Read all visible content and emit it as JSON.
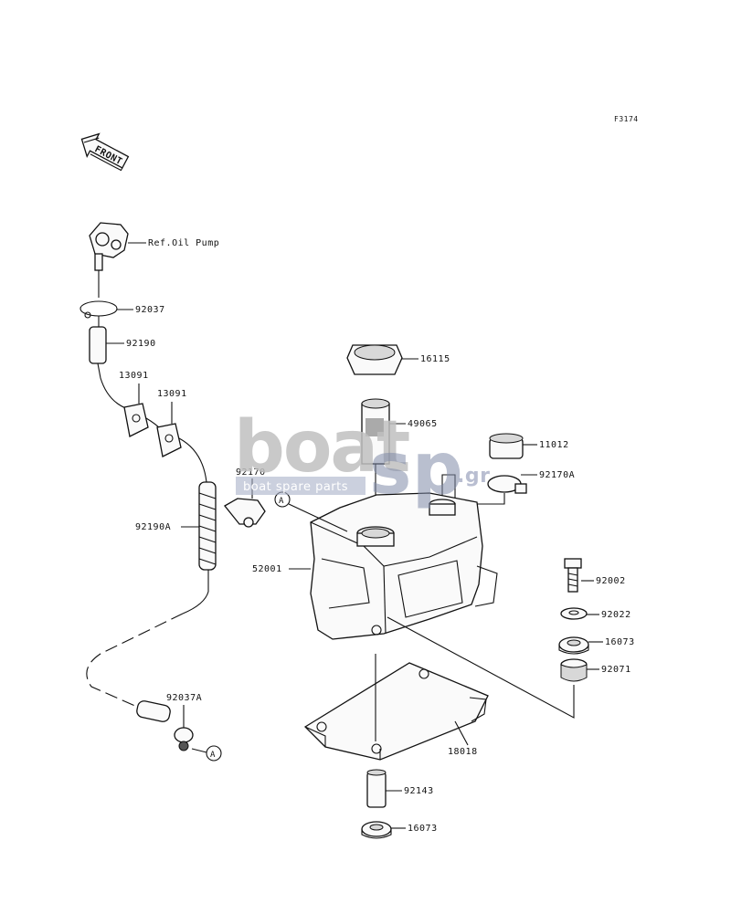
{
  "figure_code": "F3174",
  "front_badge": "FRONT",
  "watermark": {
    "brand_main": "boat",
    "brand_accent": "sp",
    "domain_suffix": ".gr",
    "tagline": "boat spare parts"
  },
  "callouts": {
    "ref_oil_pump": "Ref.Oil Pump",
    "p92037": "92037",
    "p92190": "92190",
    "p13091_a": "13091",
    "p13091_b": "13091",
    "p92170": "92170",
    "p92190A": "92190A",
    "p92037A": "92037A",
    "p16115": "16115",
    "p49065": "49065",
    "p11012": "11012",
    "p92170A": "92170A",
    "p52001": "52001",
    "p92002": "92002",
    "p92022": "92022",
    "p16073_a": "16073",
    "p92071": "92071",
    "p18018": "18018",
    "p92143": "92143",
    "p16073_b": "16073",
    "ref_A_1": "A",
    "ref_A_2": "A"
  }
}
